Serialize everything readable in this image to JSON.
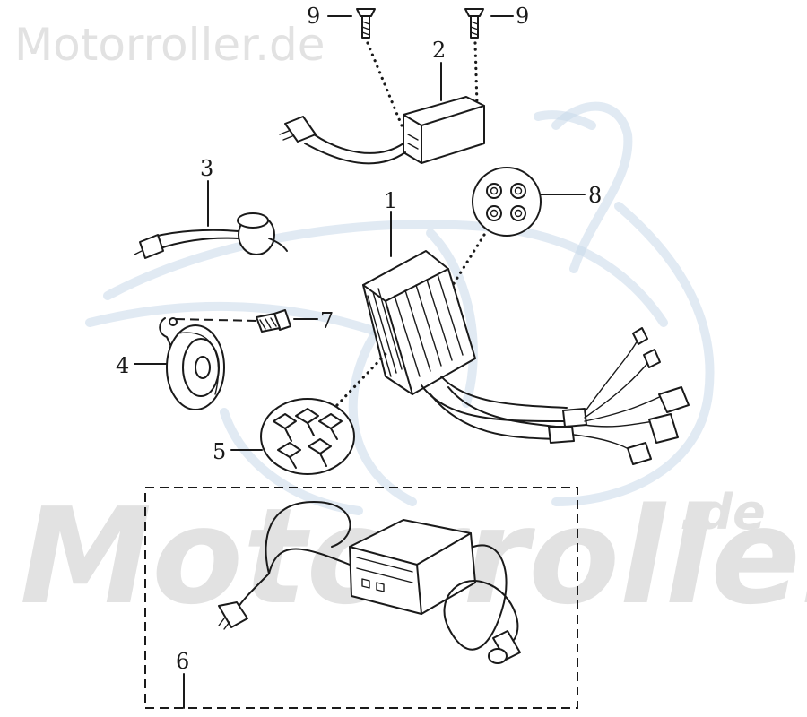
{
  "watermark": {
    "top_text": "Motorroller.de",
    "big_text": "Motorroller",
    "big_suffix": ".de"
  },
  "colors": {
    "line": "#1a1a1a",
    "watermark_text": "#e2e2e2",
    "watermark_logo": "#c9d9ea"
  },
  "callouts": [
    {
      "id": "1",
      "label": "1",
      "part": "controller-unit"
    },
    {
      "id": "2",
      "label": "2",
      "part": "relay-module"
    },
    {
      "id": "3",
      "label": "3",
      "part": "flasher-relay"
    },
    {
      "id": "4",
      "label": "4",
      "part": "horn"
    },
    {
      "id": "5",
      "label": "5",
      "part": "bolt-set"
    },
    {
      "id": "6",
      "label": "6",
      "part": "charger-kit"
    },
    {
      "id": "7",
      "label": "7",
      "part": "horn-bolt"
    },
    {
      "id": "8",
      "label": "8",
      "part": "nut-set"
    },
    {
      "id": "9a",
      "label": "9",
      "part": "screw-left"
    },
    {
      "id": "9b",
      "label": "9",
      "part": "screw-right"
    }
  ]
}
